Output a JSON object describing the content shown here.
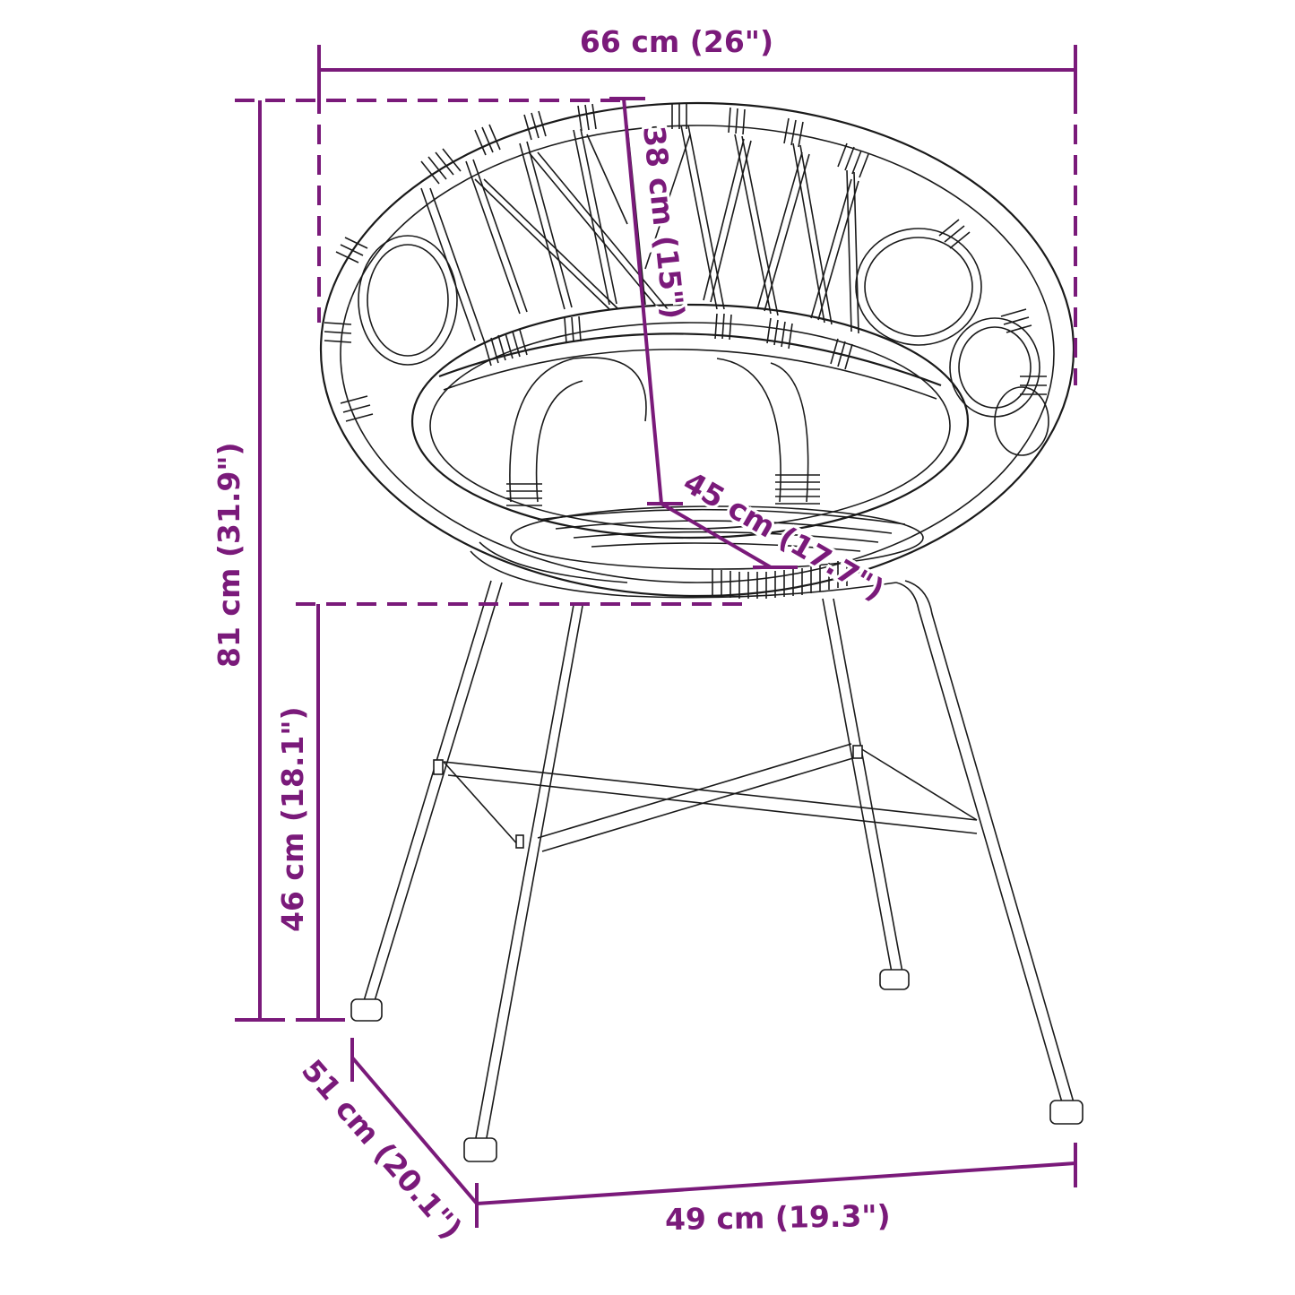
{
  "diagram": {
    "subject": "Round rattan-style dining chair with metal legs",
    "accent_color": "#7a1a7a",
    "line_color": "#1a1a1a",
    "background": "#ffffff"
  },
  "dimensions": {
    "width": {
      "label": "66 cm (26\")",
      "cm": 66,
      "in": 26
    },
    "backrest_height": {
      "label": "38 cm (15\")",
      "cm": 38,
      "in": 15
    },
    "seat_depth": {
      "label": "45 cm (17.7\")",
      "cm": 45,
      "in": 17.7
    },
    "total_height": {
      "label": "81 cm (31.9\")",
      "cm": 81,
      "in": 31.9
    },
    "seat_height": {
      "label": "46 cm (18.1\")",
      "cm": 46,
      "in": 18.1
    },
    "depth": {
      "label": "51 cm (20.1\")",
      "cm": 51,
      "in": 20.1
    },
    "leg_span": {
      "label": "49 cm (19.3\")",
      "cm": 49,
      "in": 19.3
    }
  }
}
